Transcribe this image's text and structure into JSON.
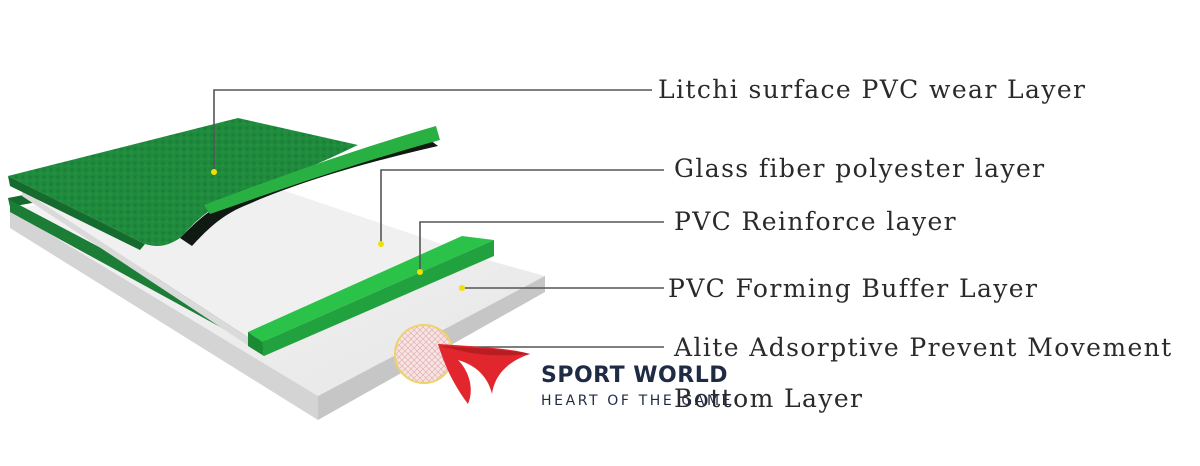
{
  "labels": {
    "wear_layer": "Litchi surface PVC wear Layer",
    "glass_fiber": "Glass fiber polyester layer",
    "pvc_reinforce": "PVC Reinforce layer",
    "pvc_forming": "PVC Forming Buffer Layer",
    "alite": "Alite Adsorptive Prevent Movement",
    "bottom": "Bottom Layer"
  },
  "watermark": {
    "title": "SPORT WORLD",
    "tagline": "HEART OF THE GAME"
  },
  "colors": {
    "green_surface": "#1e8a3c",
    "green_bright": "#2bc24a",
    "leader_line": "#555555",
    "leader_dot": "#f2e000",
    "watermark_red": "#e1262d",
    "watermark_navy": "#1f2a44"
  }
}
